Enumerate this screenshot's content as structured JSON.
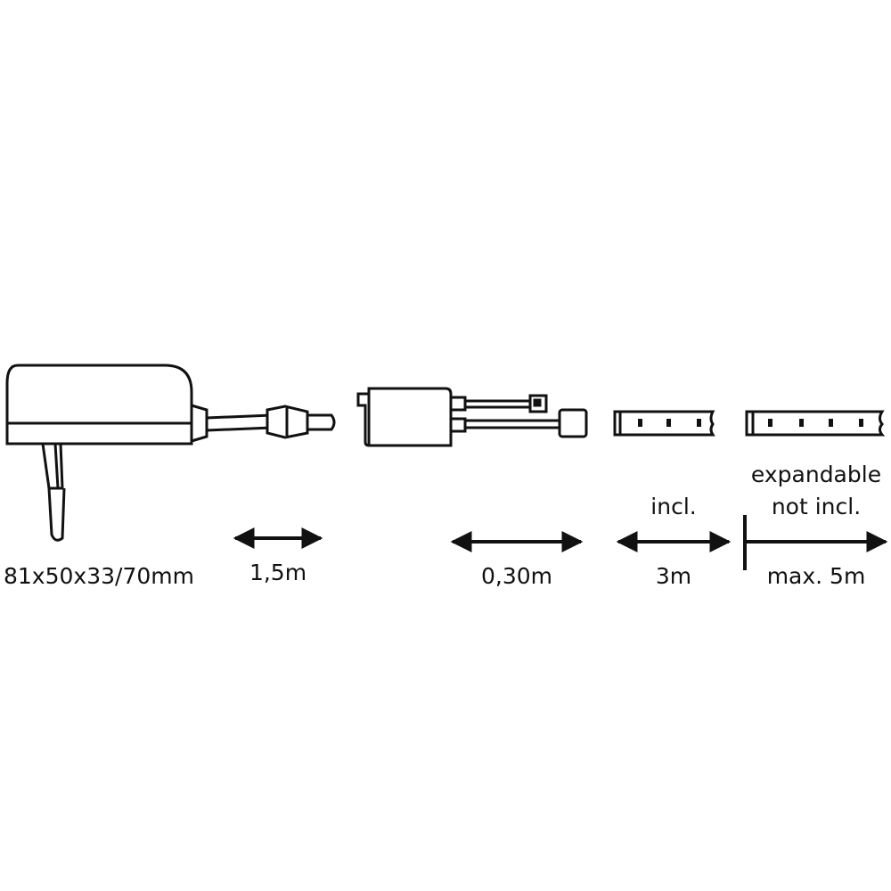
{
  "labels": {
    "adapter_dimensions": "81x50x33/70mm",
    "cable_length": "1,5m",
    "controller_cable_length": "0,30m",
    "strip_included_tag": "incl.",
    "strip_included_length": "3m",
    "expandable_line1": "expandable",
    "expandable_line2": "not incl.",
    "expandable_max": "max. 5m"
  },
  "colors": {
    "ink": "#111111",
    "background": "#ffffff"
  },
  "icons": {
    "adapter": "power-adapter-icon",
    "controller": "controller-box-icon",
    "strip_included": "led-strip-icon",
    "strip_expandable": "led-strip-extension-icon"
  }
}
